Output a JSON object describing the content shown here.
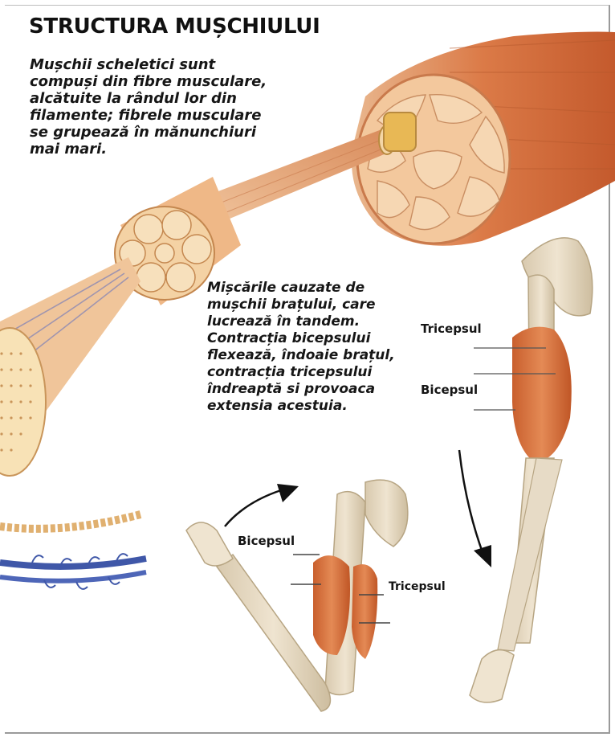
{
  "title": "STRUCTURA MUȘCHIULUI",
  "intro_text": "Mușchii scheletici sunt compuși din fibre musculare, alcătuite la rândul lor din filamente; fibrele musculare se grupează în mănunchiuri mai mari.",
  "caption_text": "Mișcările cauzate de mușchii brațului, care lucrează în tandem. Contracția bicepsului flexează, îndoaie brațul, contracția tricepsului îndreaptă si provoaca extensia acestuia.",
  "labels": {
    "triceps_top": "Tricepsul",
    "biceps_top": "Bicepsul",
    "biceps_bottom": "Bicepsul",
    "triceps_bottom": "Tricepsul"
  },
  "colors": {
    "muscle": "#d9733f",
    "muscle_dark": "#b4542a",
    "bone": "#e4d6bf",
    "fiber": "#f2c99c",
    "nerve_blue": "#3f57a8",
    "text": "#161616"
  }
}
